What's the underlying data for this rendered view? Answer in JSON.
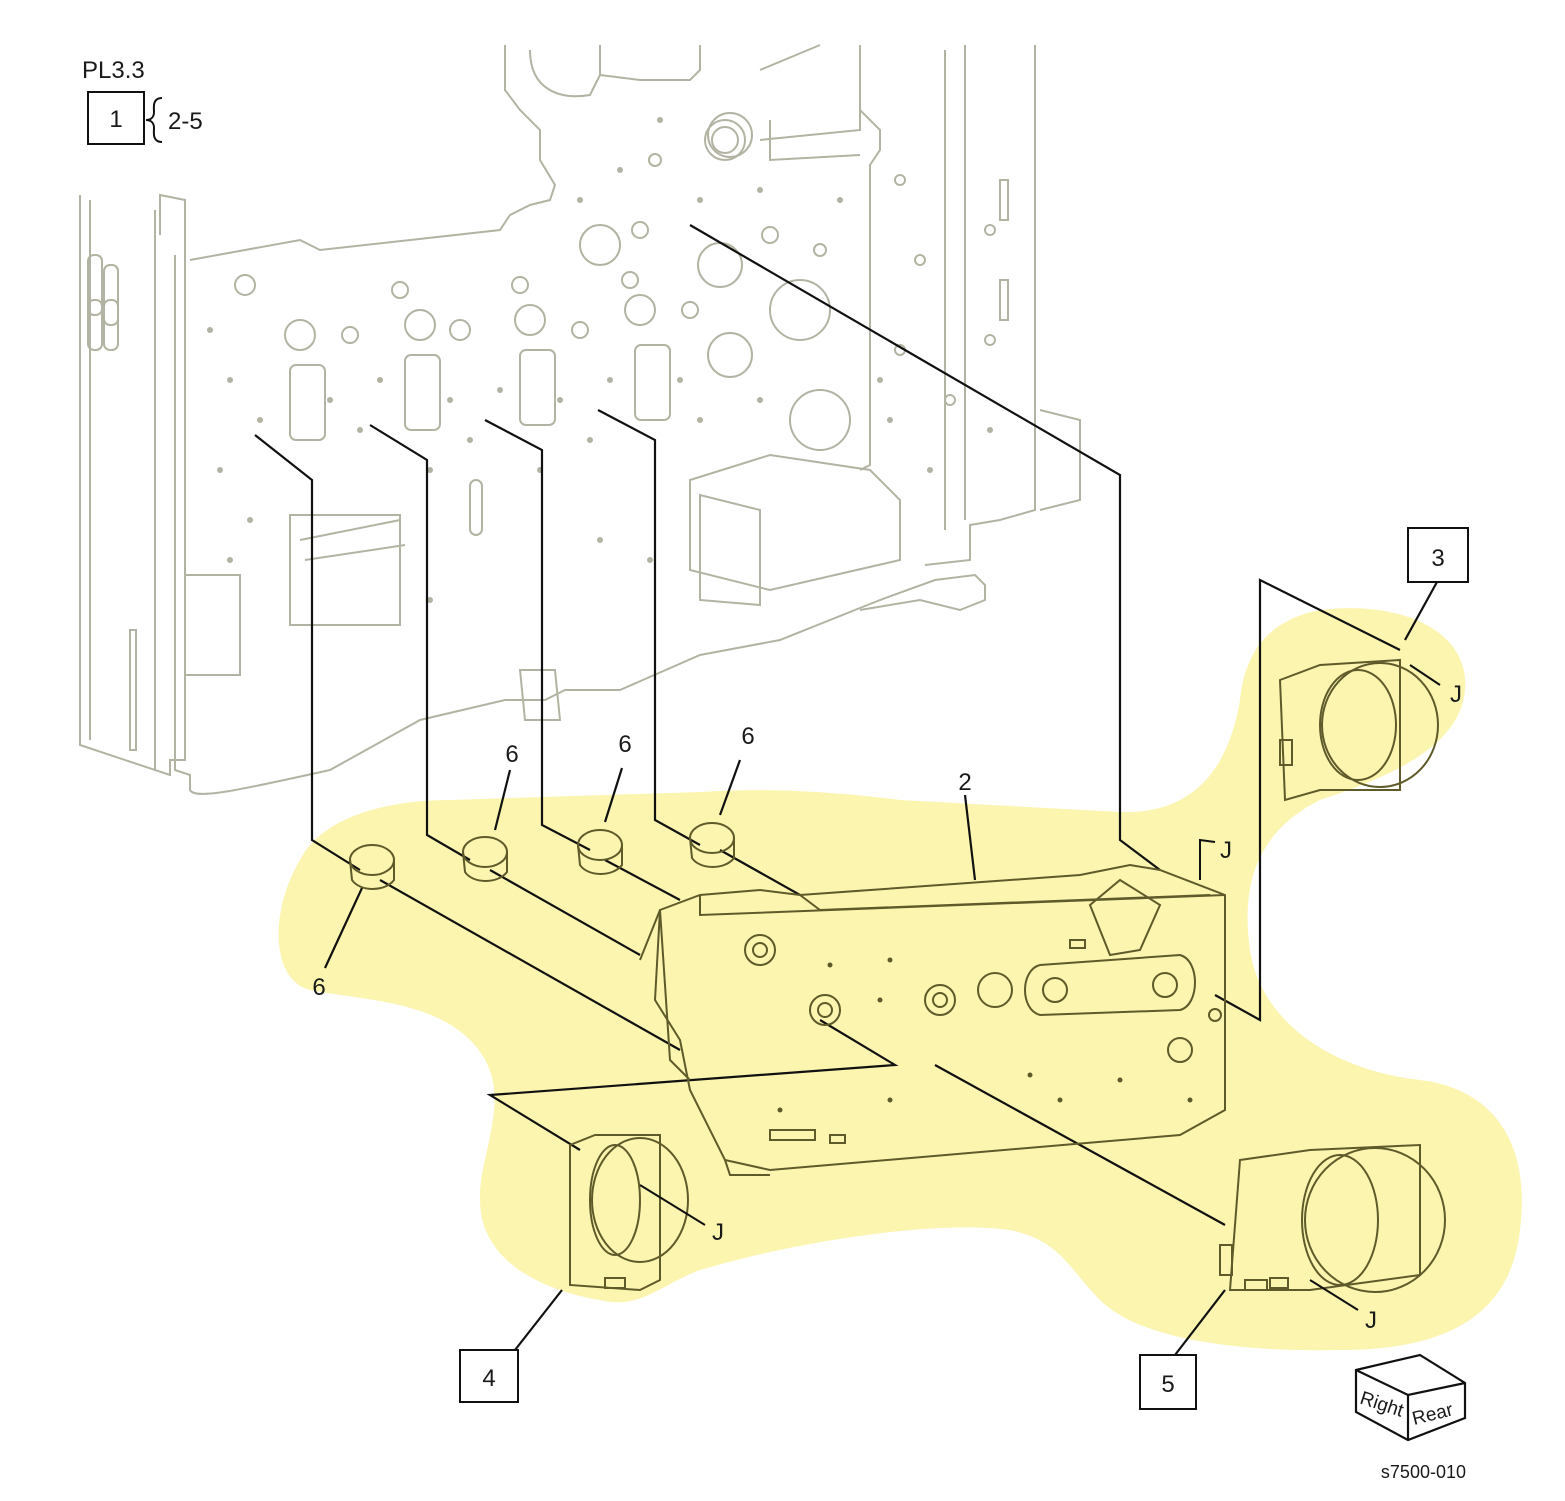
{
  "header": {
    "plate_id": "PL3.3",
    "assembly_number": "1",
    "assembly_range": "2-5"
  },
  "callouts": {
    "drive_assembly": "2",
    "motor_top_right": "3",
    "motor_bottom_left": "4",
    "motor_bottom_right": "5",
    "coupling": "6",
    "connector": "J"
  },
  "orientation_cube": {
    "left_face": "Right",
    "right_face": "Rear"
  },
  "figure_code": "s7500-010",
  "colors": {
    "highlight": "#fbf5b0",
    "frame_line": "#b3b3a3",
    "part_line": "#5f5a2a",
    "leader_line": "#111111"
  }
}
